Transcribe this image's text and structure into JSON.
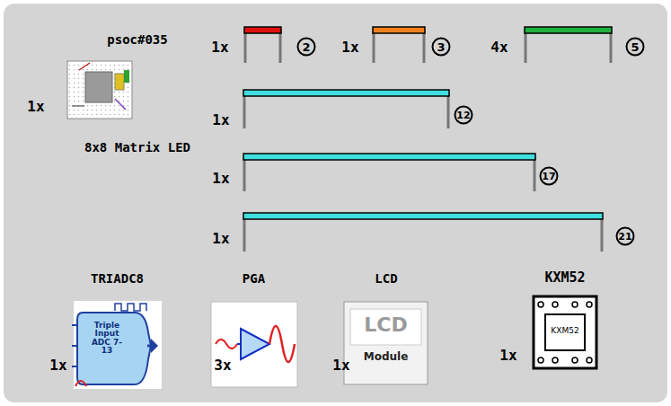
{
  "diagram": {
    "nodes": [
      {
        "text": [
          "psoc#035",
          "8x8 Matrix LED"
        ]
      },
      {
        "text": [
          "TRIADC8",
          "Triple Input ADC 7-13"
        ]
      },
      {
        "text": [
          "PGA"
        ]
      },
      {
        "text": [
          "LCD",
          "LCD",
          "Module"
        ]
      },
      {
        "text": [
          "KXM52",
          "KXM52"
        ]
      }
    ],
    "labels": [
      "1x",
      "2",
      "1x",
      "3",
      "4x",
      "5",
      "1x",
      "1x",
      "12",
      "1x",
      "17",
      "1x",
      "21",
      "1x",
      "3x",
      "1x",
      "1x"
    ]
  }
}
